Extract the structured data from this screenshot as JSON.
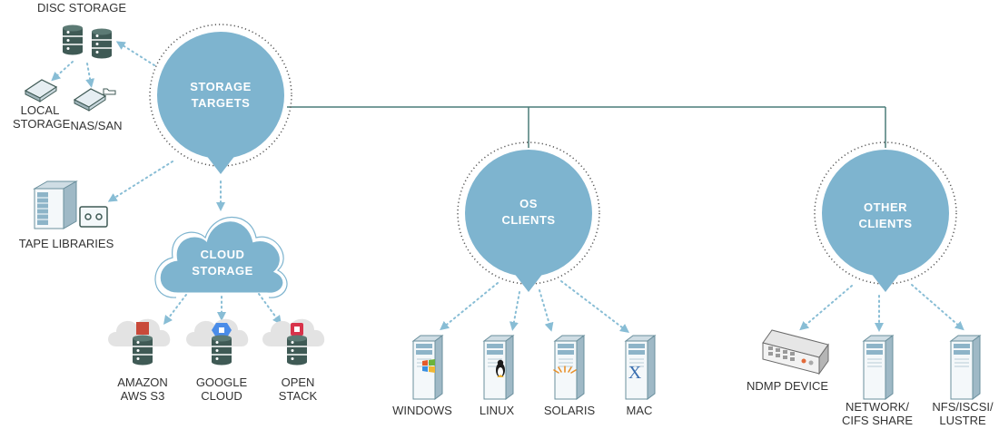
{
  "colors": {
    "hub_fill": "#7eb4cf",
    "line": "#4a7c78",
    "arrow": "#88bdd5",
    "dots": "#555555",
    "device_dark": "#3f5a55",
    "device_light": "#e6eef2",
    "cloud_fill": "#e3e3e3"
  },
  "hubs": {
    "storage_targets": {
      "line1": "STORAGE",
      "line2": "TARGETS"
    },
    "os_clients": {
      "line1": "OS",
      "line2": "CLIENTS"
    },
    "other_clients": {
      "line1": "OTHER",
      "line2": "CLIENTS"
    },
    "cloud_storage": {
      "line1": "CLOUD",
      "line2": "STORAGE"
    }
  },
  "storage": {
    "disc_storage": "DISC STORAGE",
    "local_storage": [
      "LOCAL",
      "STORAGE"
    ],
    "nas_san": "NAS/SAN",
    "tape_libraries": "TAPE LIBRARIES"
  },
  "cloud_providers": {
    "amazon": [
      "AMAZON",
      "AWS S3"
    ],
    "google": [
      "GOOGLE",
      "CLOUD"
    ],
    "openstack": [
      "OPEN",
      "STACK"
    ]
  },
  "os_clients": {
    "windows": "WINDOWS",
    "linux": "LINUX",
    "solaris": "SOLARIS",
    "mac": "MAC"
  },
  "other_clients": {
    "ndmp": "NDMP DEVICE",
    "network": [
      "NETWORK/",
      "CIFS SHARE"
    ],
    "nfs": [
      "NFS/ISCSI/",
      "LUSTRE"
    ]
  },
  "icons": [
    "database-icon",
    "drive-icon",
    "folder-icon",
    "tape-library-icon",
    "cassette-icon",
    "cloud-icon",
    "server-tower-icon",
    "windows-logo-icon",
    "linux-tux-icon",
    "solaris-sun-icon",
    "mac-x-icon",
    "ndmp-device-icon"
  ]
}
